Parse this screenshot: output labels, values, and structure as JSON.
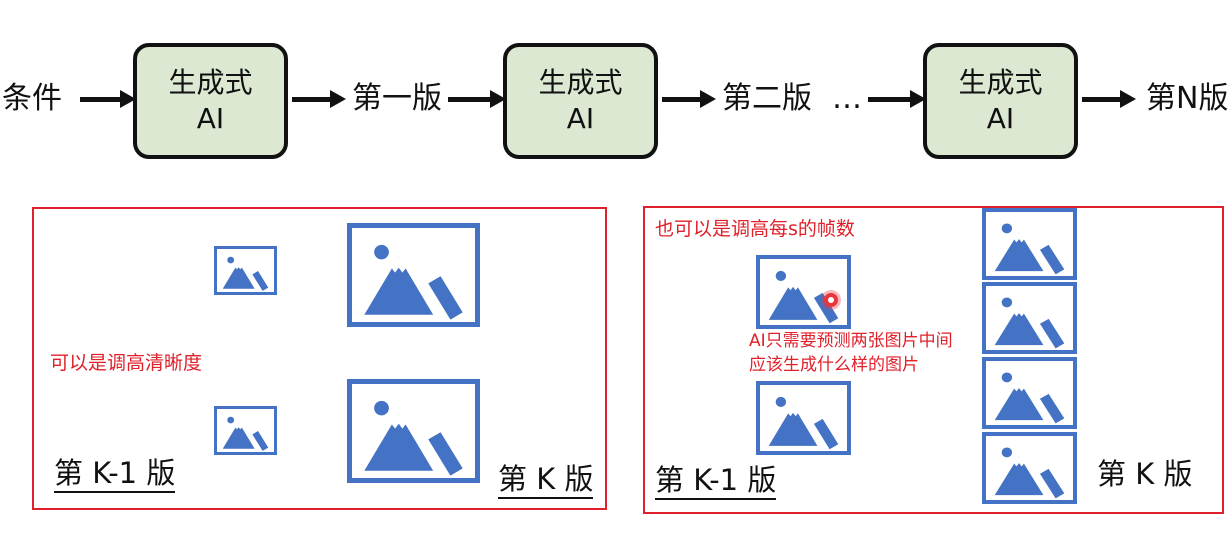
{
  "flow": {
    "condition": "条件",
    "ai_line1": "生成式",
    "ai_line2": "AI",
    "v1": "第一版",
    "v2": "第二版",
    "ellipsis": "…",
    "vn": "第N版"
  },
  "left_panel": {
    "note": "可以是调高清晰度",
    "label_prev": "第 K-1 版",
    "label_next": "第 K 版"
  },
  "right_panel": {
    "note_top": "也可以是调高每s的帧数",
    "note_mid_line1": "AI只需要预测两张图片中间",
    "note_mid_line2": "应该生成什么样的图片",
    "label_prev": "第 K-1 版",
    "label_next": "第 K 版"
  },
  "colors": {
    "accent_red": "#e0202a",
    "picture_blue": "#4472c4",
    "box_fill": "#dde8d3"
  },
  "icons": [
    "image-icon"
  ]
}
